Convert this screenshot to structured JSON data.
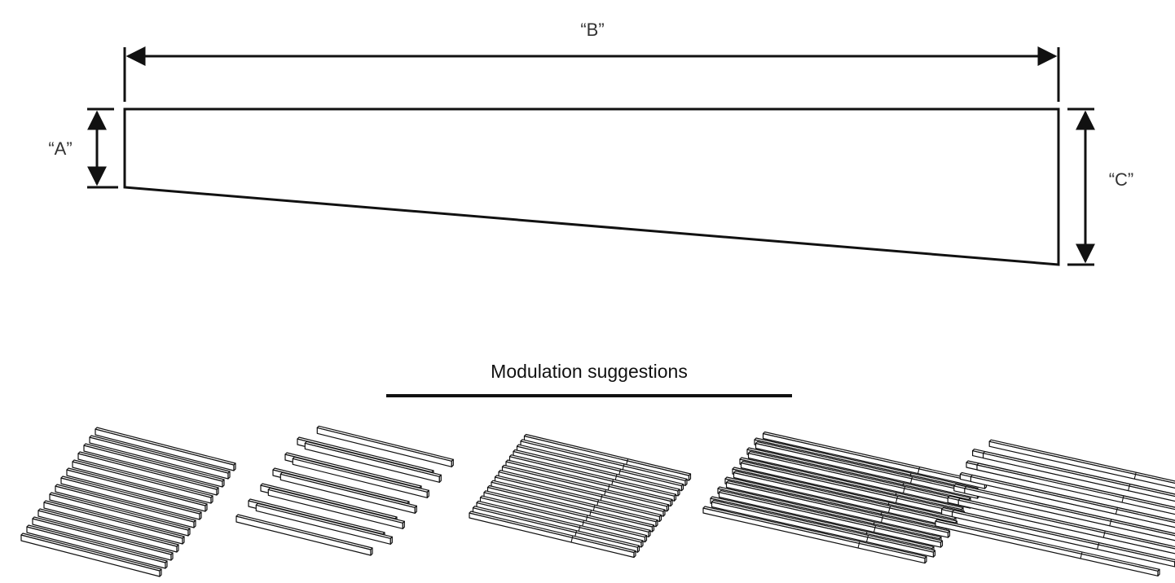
{
  "diagram": {
    "dimension_labels": {
      "a": "“A”",
      "b": "“B”",
      "c": "“C”"
    },
    "section_title": "Modulation suggestions",
    "modulation_options": [
      {
        "panels": 14,
        "pattern": "straight-stack"
      },
      {
        "panels": 12,
        "pattern": "alternating-zigzag"
      },
      {
        "panels": 16,
        "pattern": "straight-stack-double-length"
      },
      {
        "panels": 16,
        "pattern": "offset-stack-double-length"
      },
      {
        "panels": 14,
        "pattern": "alternating-zigzag-double-length"
      }
    ]
  },
  "colors": {
    "stroke": "#111111",
    "panel_fill": "#ffffff",
    "label": "#333333"
  }
}
